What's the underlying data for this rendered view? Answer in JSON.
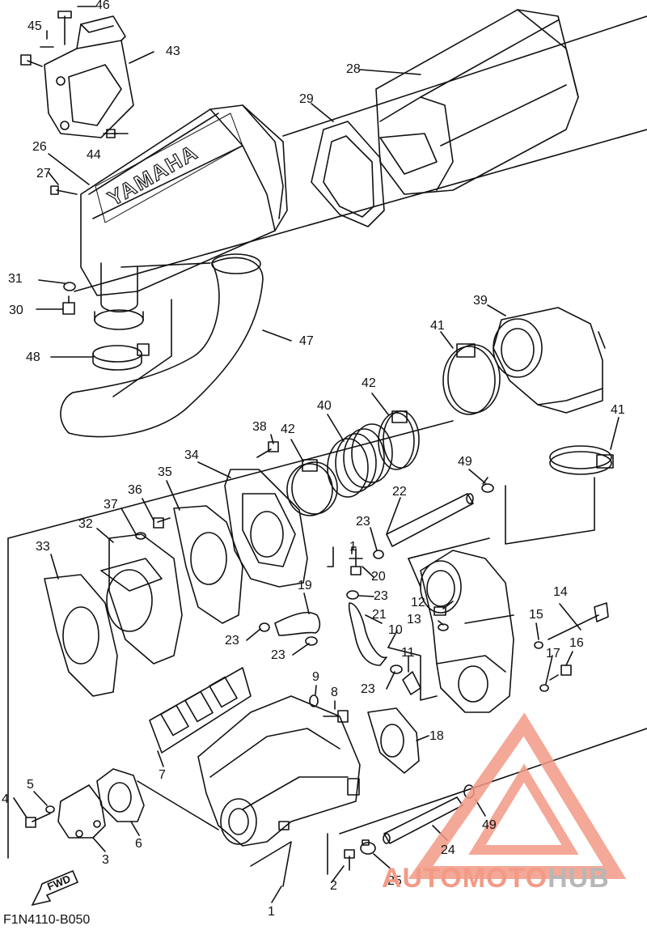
{
  "diagram": {
    "code": "F1N4110-B050",
    "fwd": "FWD",
    "brand_emboss": "YAMAHA",
    "watermark": {
      "part1": "AUTOMOTO",
      "part2": "HUB",
      "color_main": "#f39a86",
      "color_grey": "#b7b7b7"
    },
    "labels": [
      {
        "id": "46",
        "text": "46"
      },
      {
        "id": "45",
        "text": "45"
      },
      {
        "id": "43",
        "text": "43"
      },
      {
        "id": "28",
        "text": "28"
      },
      {
        "id": "29",
        "text": "29"
      },
      {
        "id": "26",
        "text": "26"
      },
      {
        "id": "27",
        "text": "27"
      },
      {
        "id": "44",
        "text": "44"
      },
      {
        "id": "31",
        "text": "31"
      },
      {
        "id": "30",
        "text": "30"
      },
      {
        "id": "47",
        "text": "47"
      },
      {
        "id": "48",
        "text": "48"
      },
      {
        "id": "39",
        "text": "39"
      },
      {
        "id": "41a",
        "text": "41"
      },
      {
        "id": "42a",
        "text": "42"
      },
      {
        "id": "40",
        "text": "40"
      },
      {
        "id": "38",
        "text": "38"
      },
      {
        "id": "42b",
        "text": "42"
      },
      {
        "id": "41b",
        "text": "41"
      },
      {
        "id": "34",
        "text": "34"
      },
      {
        "id": "49a",
        "text": "49"
      },
      {
        "id": "35",
        "text": "35"
      },
      {
        "id": "36",
        "text": "36"
      },
      {
        "id": "22",
        "text": "22"
      },
      {
        "id": "37",
        "text": "37"
      },
      {
        "id": "32",
        "text": "32"
      },
      {
        "id": "23a",
        "text": "23"
      },
      {
        "id": "33",
        "text": "33"
      },
      {
        "id": "1a",
        "text": "1"
      },
      {
        "id": "20",
        "text": "20"
      },
      {
        "id": "14",
        "text": "14"
      },
      {
        "id": "23b",
        "text": "23"
      },
      {
        "id": "19",
        "text": "19"
      },
      {
        "id": "12",
        "text": "12"
      },
      {
        "id": "21",
        "text": "21"
      },
      {
        "id": "13",
        "text": "13"
      },
      {
        "id": "15",
        "text": "15"
      },
      {
        "id": "10",
        "text": "10"
      },
      {
        "id": "23c",
        "text": "23"
      },
      {
        "id": "23d",
        "text": "23"
      },
      {
        "id": "17",
        "text": "17"
      },
      {
        "id": "16",
        "text": "16"
      },
      {
        "id": "11",
        "text": "11"
      },
      {
        "id": "9",
        "text": "9"
      },
      {
        "id": "23e",
        "text": "23"
      },
      {
        "id": "8",
        "text": "8"
      },
      {
        "id": "18",
        "text": "18"
      },
      {
        "id": "7",
        "text": "7"
      },
      {
        "id": "5",
        "text": "5"
      },
      {
        "id": "4",
        "text": "4"
      },
      {
        "id": "49b",
        "text": "49"
      },
      {
        "id": "3",
        "text": "3"
      },
      {
        "id": "6",
        "text": "6"
      },
      {
        "id": "24",
        "text": "24"
      },
      {
        "id": "2",
        "text": "2"
      },
      {
        "id": "25",
        "text": "25"
      },
      {
        "id": "1b",
        "text": "1"
      }
    ]
  }
}
